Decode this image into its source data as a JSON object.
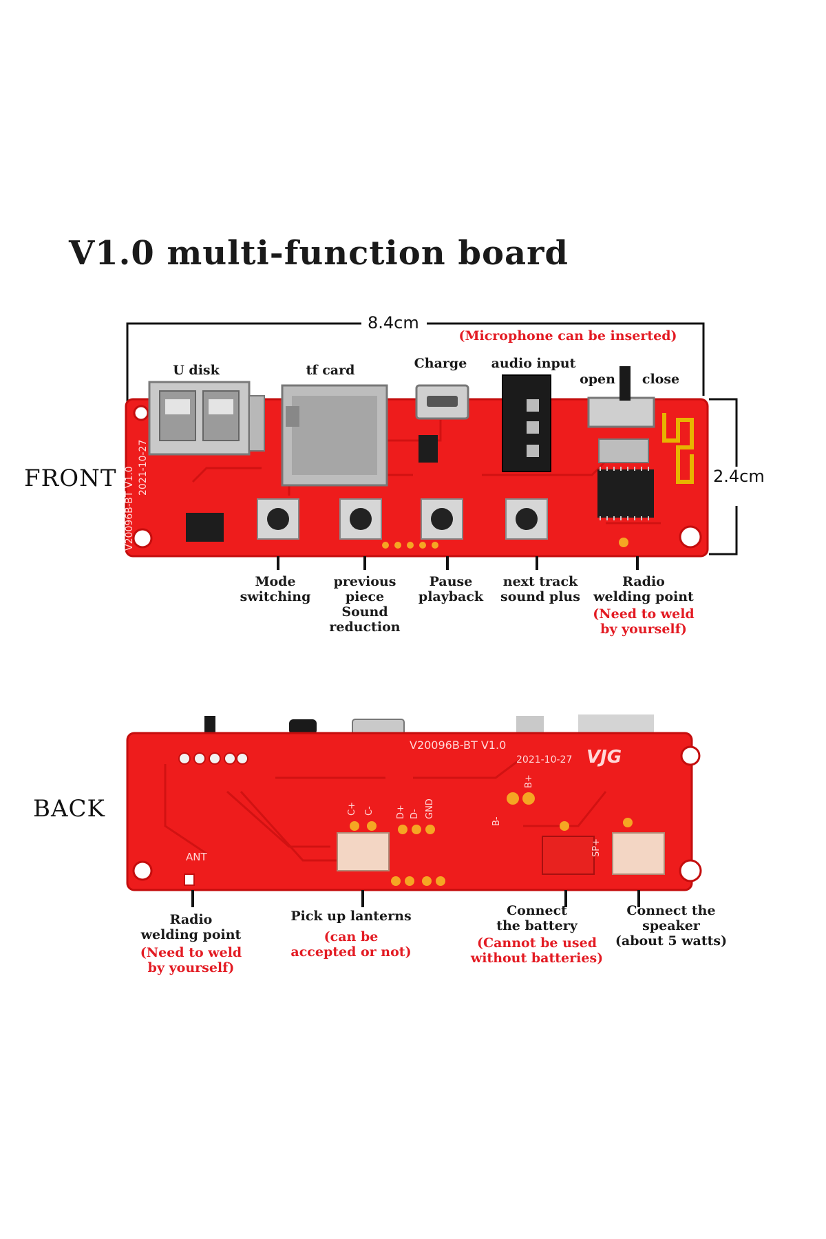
{
  "title": "V1.0 multi-function board",
  "colors": {
    "board": "#ee1c1c",
    "board_dark": "#c40d0d",
    "label_red": "#e31b23",
    "text": "#1a1a1a"
  },
  "front": {
    "side_label": "FRONT",
    "width_dim": "8.4cm",
    "height_dim": "2.4cm",
    "microphone_note": "(Microphone can be inserted)",
    "silk_model": "V20096B-BT V1.0",
    "silk_date": "2021-10-27",
    "top_labels": {
      "u_disk": "U disk",
      "tf_card": "tf card",
      "charge": "Charge",
      "audio_input": "audio input",
      "open": "open",
      "close": "close"
    },
    "bottom_labels": {
      "mode": "Mode\nswitching",
      "previous": "previous\npiece\nSound\nreduction",
      "pause": "Pause\nplayback",
      "next": "next track\nsound plus",
      "radio": "Radio\nwelding point",
      "radio_note": "(Need to weld\nby yourself)"
    }
  },
  "back": {
    "side_label": "BACK",
    "silk_model": "V20096B-BT V1.0",
    "silk_date": "2021-10-27",
    "silk_ant": "ANT",
    "silk_logo": "VJG",
    "pads": {
      "c_plus": "C+",
      "c_minus": "C-",
      "d_plus": "D+",
      "d_minus": "D-",
      "gnd": "GND",
      "b_minus": "B-",
      "b_plus": "B+",
      "sp_plus": "SP+"
    },
    "labels": {
      "radio": "Radio\nwelding point",
      "radio_note": "(Need to weld\nby yourself)",
      "lanterns": "Pick up lanterns",
      "lanterns_note": "(can be\naccepted or not)",
      "battery": "Connect\nthe battery",
      "battery_note": "(Cannot be used\nwithout batteries)",
      "speaker": "Connect the\nspeaker\n(about 5 watts)"
    }
  }
}
